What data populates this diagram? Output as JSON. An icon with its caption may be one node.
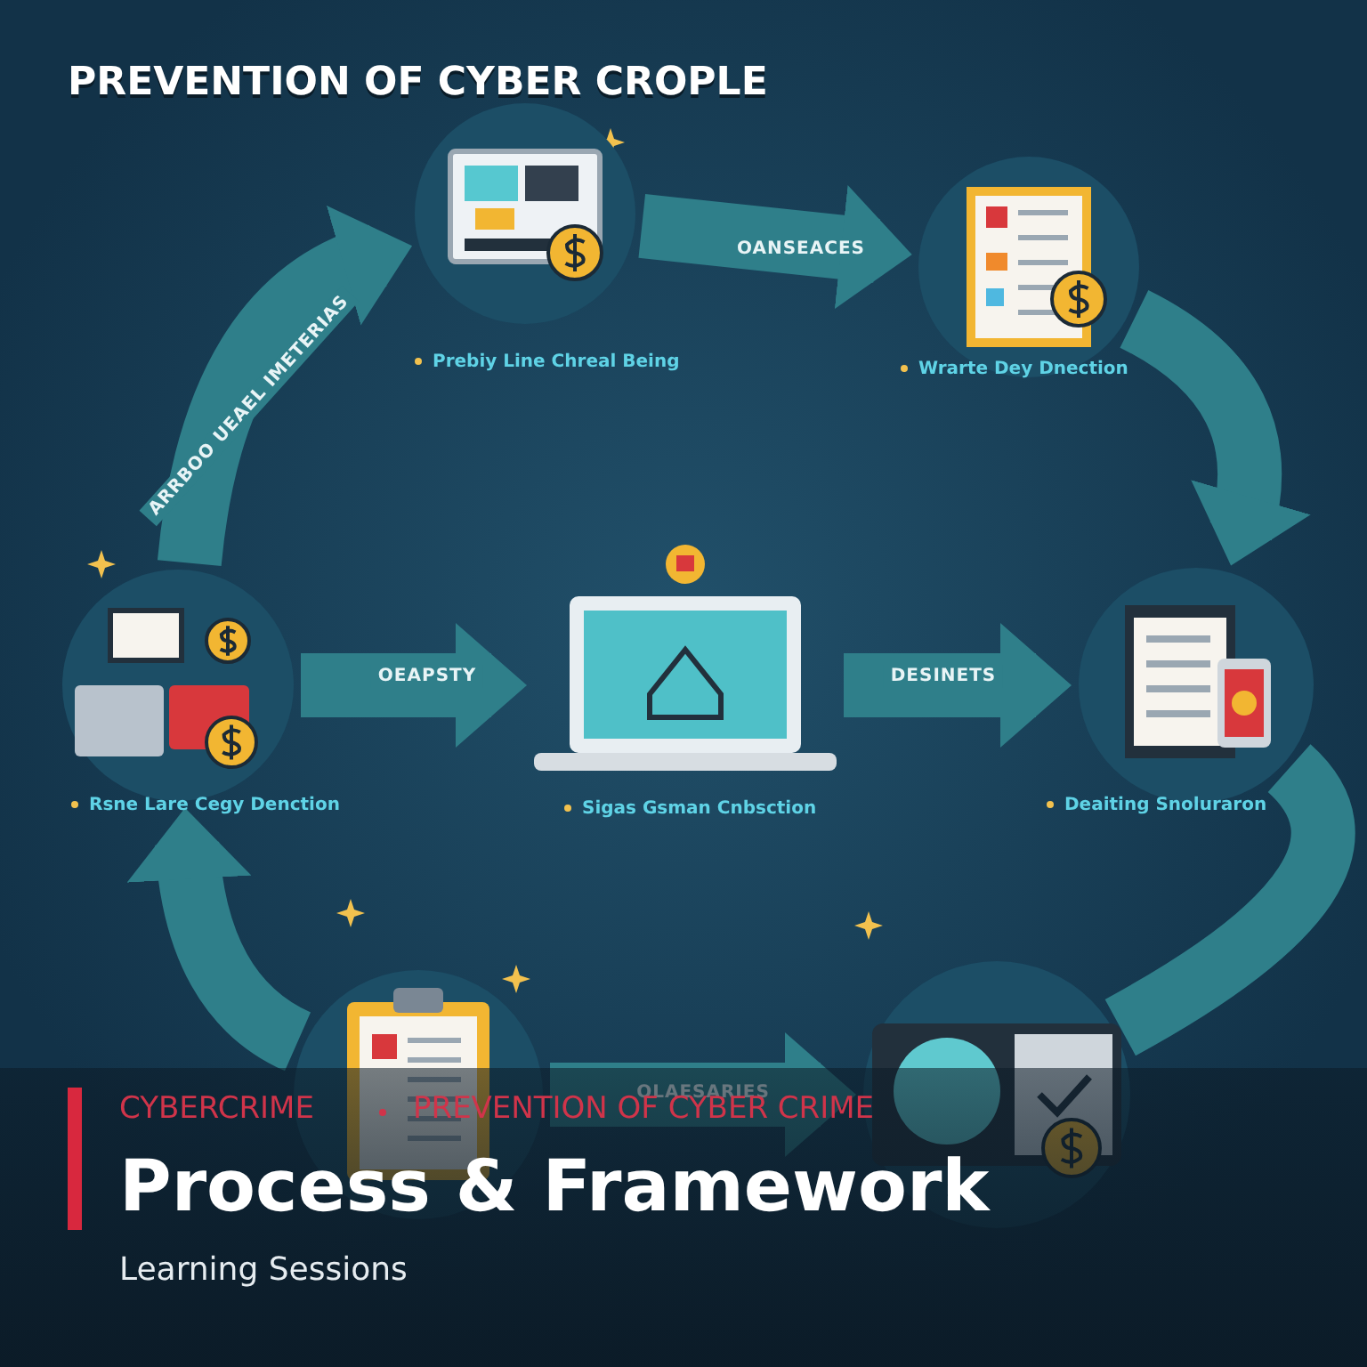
{
  "diagram": {
    "title": "PREVENTION OF CYBER CROPLE",
    "nodes": [
      {
        "text": [
          "Prebiy Line Chreal Being"
        ]
      },
      {
        "text": [
          "Wrarte Dey Dnection"
        ]
      },
      {
        "text": [
          "Rsne Lare Cegy Denction"
        ]
      },
      {
        "text": [
          "Sigas Gsman Cnbsction"
        ]
      },
      {
        "text": [
          "Deaiting Snoluraron"
        ]
      },
      {
        "text": [],
        "shape": "circle"
      },
      {
        "text": [],
        "shape": "circle"
      }
    ],
    "edges": [
      {
        "from": 0,
        "to": 1,
        "arrow": "to",
        "label": "OANSEACES"
      },
      {
        "from": 1,
        "to": 4,
        "arrow": "to"
      },
      {
        "from": 2,
        "to": 3,
        "arrow": "to",
        "label": "OEAPSTY"
      },
      {
        "from": 3,
        "to": 4,
        "arrow": "to",
        "label": "DESINETS"
      },
      {
        "from": 4,
        "to": 6,
        "arrow": "none"
      },
      {
        "from": 5,
        "to": 6,
        "arrow": "to",
        "label": "OLAESARIES"
      },
      {
        "from": 5,
        "to": 2,
        "arrow": "to"
      },
      {
        "from": 2,
        "to": 0,
        "arrow": "to",
        "label": "ARRBOO UEAEL IMETERIAS"
      }
    ],
    "labels": [
      "CYBERCRIME",
      "PREVENTION OF CYBER CRIME",
      "Process & Framework",
      "Learning Sessions"
    ]
  }
}
